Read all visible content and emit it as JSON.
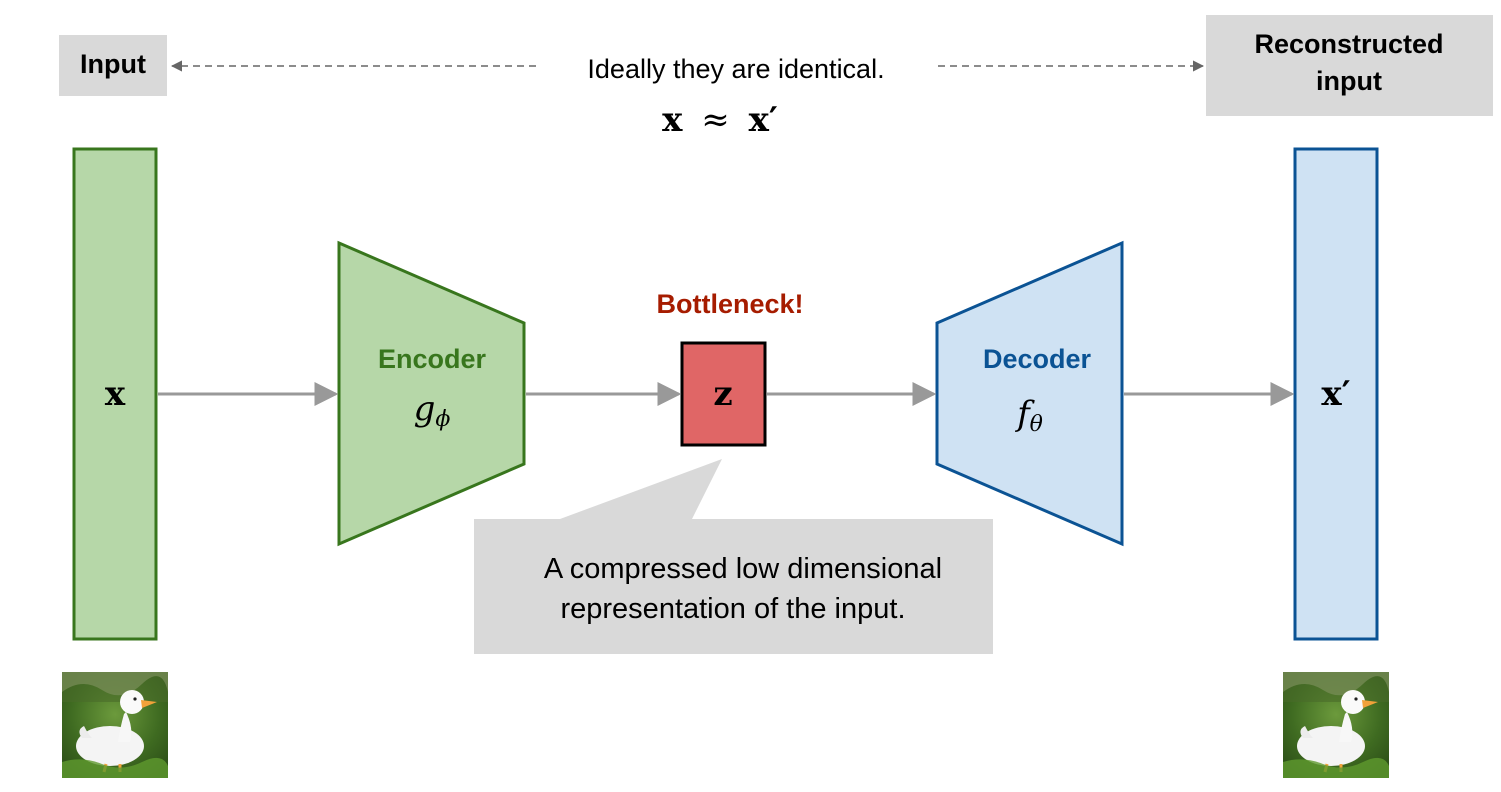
{
  "labels": {
    "input": "Input",
    "reconstructed_line1": "Reconstructed",
    "reconstructed_line2": "input",
    "ideally": "Ideally they are identical.",
    "equation_x": "x",
    "equation_approx": "≈",
    "equation_xprime": "x′",
    "bottleneck": "Bottleneck!",
    "encoder": "Encoder",
    "decoder": "Decoder",
    "callout_line1": "A compressed low dimensional",
    "callout_line2": "representation of the input."
  },
  "symbols": {
    "x": "x",
    "x_prime": "x′",
    "z": "z",
    "encoder_fn": "g",
    "encoder_sub": "ϕ",
    "decoder_fn": "f",
    "decoder_sub": "θ"
  },
  "images": {
    "input_image_icon": "duck-photo",
    "output_image_icon": "duck-photo"
  },
  "colors": {
    "green_fill": "#b6d7a8",
    "green_stroke": "#38761d",
    "green_text": "#38761d",
    "blue_fill": "#cfe2f3",
    "blue_stroke": "#0b5394",
    "blue_text": "#0b5394",
    "red_fill": "#e06666",
    "red_text": "#a61c00",
    "gray_box": "#d9d9d9",
    "arrow": "#999999",
    "dashed": "#666666"
  }
}
